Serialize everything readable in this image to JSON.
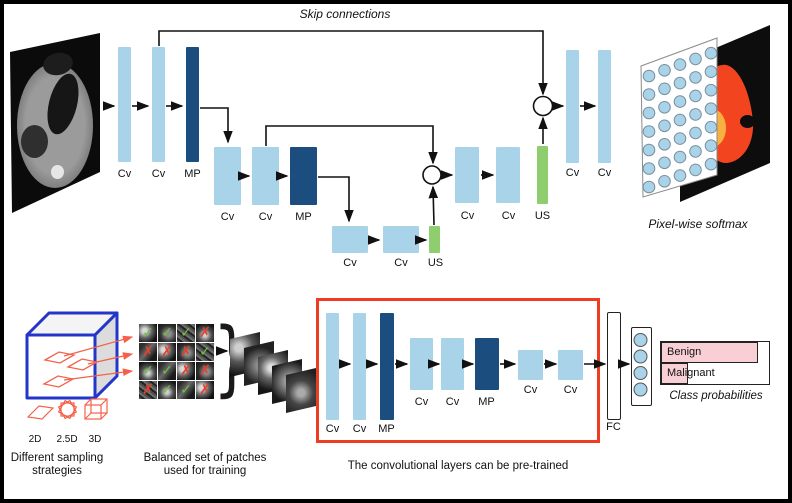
{
  "titles": {
    "skip_connections": "Skip connections",
    "pixel_softmax": "Pixel-wise softmax",
    "class_probabilities": "Class probabilities",
    "pretrain_caption": "The convolutional layers can be pre-trained",
    "sampling_caption_line1": "Different sampling",
    "sampling_caption_line2": "strategies",
    "patches_caption_line1": "Balanced set of patches",
    "patches_caption_line2": "used for training"
  },
  "unet": {
    "enc1": {
      "labels": [
        "Cv",
        "Cv",
        "MP"
      ]
    },
    "enc2": {
      "labels": [
        "Cv",
        "Cv",
        "MP"
      ]
    },
    "bottleneck": {
      "labels": [
        "Cv",
        "Cv",
        "US"
      ]
    },
    "dec2": {
      "labels": [
        "Cv",
        "Cv",
        "US"
      ]
    },
    "dec1": {
      "labels": [
        "Cv",
        "Cv"
      ]
    }
  },
  "cnn": {
    "group1": {
      "labels": [
        "Cv",
        "Cv",
        "MP"
      ]
    },
    "group2": {
      "labels": [
        "Cv",
        "Cv",
        "MP"
      ]
    },
    "group3": {
      "labels": [
        "Cv",
        "Cv"
      ]
    },
    "fc_label": "FC"
  },
  "sampling": {
    "strategies": [
      "2D",
      "2.5D",
      "3D"
    ]
  },
  "patch_grid": {
    "check_glyph": "✓",
    "cross_glyph": "✗",
    "marks": [
      [
        "check",
        "check",
        "check",
        "cross"
      ],
      [
        "cross",
        "cross",
        "cross",
        "check"
      ],
      [
        "check",
        "check",
        "cross",
        "cross"
      ],
      [
        "cross",
        "check",
        "check",
        "cross"
      ]
    ]
  },
  "softmax_grid": {
    "rows": 7,
    "cols": 5
  },
  "fc_output": {
    "neurons": 4
  },
  "class_probabilities": {
    "classes": [
      {
        "label": "Benign",
        "fraction": 0.9
      },
      {
        "label": "Malignant",
        "fraction": 0.25
      }
    ]
  },
  "colors": {
    "conv_block": "#a9d3e8",
    "maxpool_block": "#1b4e7e",
    "upsample_block": "#8fce6e",
    "pretrain_box_red": "#ee3d23",
    "sampling_red": "#f4614a",
    "cube_blue": "#2336c9",
    "probability_pink": "#f9cfd6",
    "segmentation_red": "#f2441f",
    "segmentation_yellow": "#f9b043",
    "check_green": "#6fc13e",
    "cross_red": "#e8402a"
  }
}
